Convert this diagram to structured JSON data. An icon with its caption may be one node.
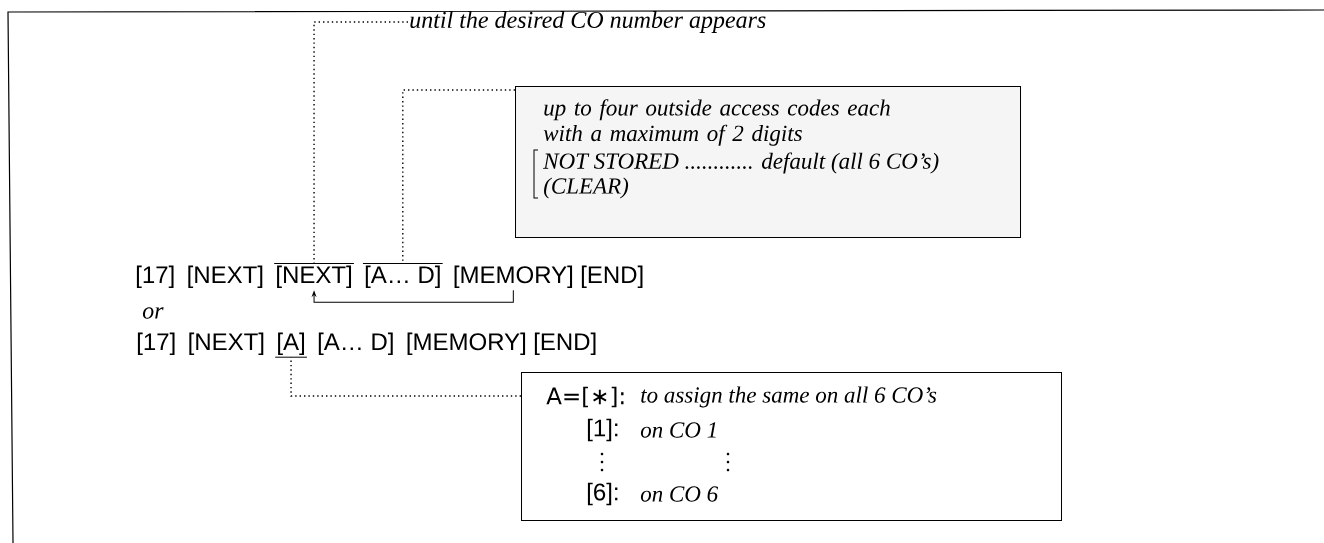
{
  "diagram": {
    "nodes": [
      {
        "text": [
          "until the desired CO number appears"
        ]
      },
      {
        "text": [
          "up to four outside access codes each with a maximum of 2 digits",
          "NOT STORED ............ default (all 6 CO’s)",
          "(CLEAR)"
        ]
      },
      {
        "text": [
          "[NEXT]"
        ]
      },
      {
        "text": [
          "[A… D]"
        ]
      },
      {
        "text": [
          "[MEMORY]"
        ]
      },
      {
        "text": [
          "[A]"
        ]
      },
      {
        "text": [
          "A=[∗]:",
          "to assign the same on all 6 CO’s",
          "[1]:",
          "on CO 1",
          "[6]:",
          "on CO 6"
        ]
      }
    ],
    "edges": [
      {
        "from": 0,
        "to": 2,
        "arrow": "none",
        "style": "dashed"
      },
      {
        "from": 1,
        "to": 3,
        "arrow": "none",
        "style": "dashed"
      },
      {
        "from": 4,
        "to": 2,
        "arrow": "to"
      },
      {
        "from": 6,
        "to": 5,
        "arrow": "none",
        "style": "dashed"
      }
    ],
    "labels": [
      "[17]",
      "[NEXT]",
      "[END]",
      "or",
      "[17]",
      "[NEXT]",
      "[A… D]",
      "[MEMORY]",
      "[END]"
    ]
  }
}
